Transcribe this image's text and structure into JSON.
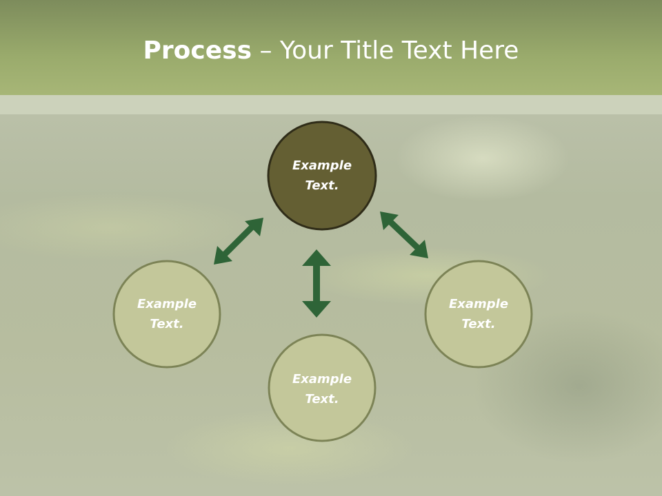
{
  "slide": {
    "title_bold": "Process",
    "title_dash": " – ",
    "title_rest": "Your Title Text Here"
  },
  "nodes": [
    {
      "id": "top",
      "line1": "Example",
      "line2": "Text."
    },
    {
      "id": "left",
      "line1": "Example",
      "line2": "Text."
    },
    {
      "id": "bottom",
      "line1": "Example",
      "line2": "Text."
    },
    {
      "id": "right",
      "line1": "Example",
      "line2": "Text."
    }
  ],
  "colors": {
    "center_fill": "#645f33",
    "center_stroke": "#2f2c18",
    "outer_fill": "#c3c79a",
    "outer_stroke": "#7c8356",
    "arrow": "#2e6437",
    "header": "#9aab6c"
  }
}
